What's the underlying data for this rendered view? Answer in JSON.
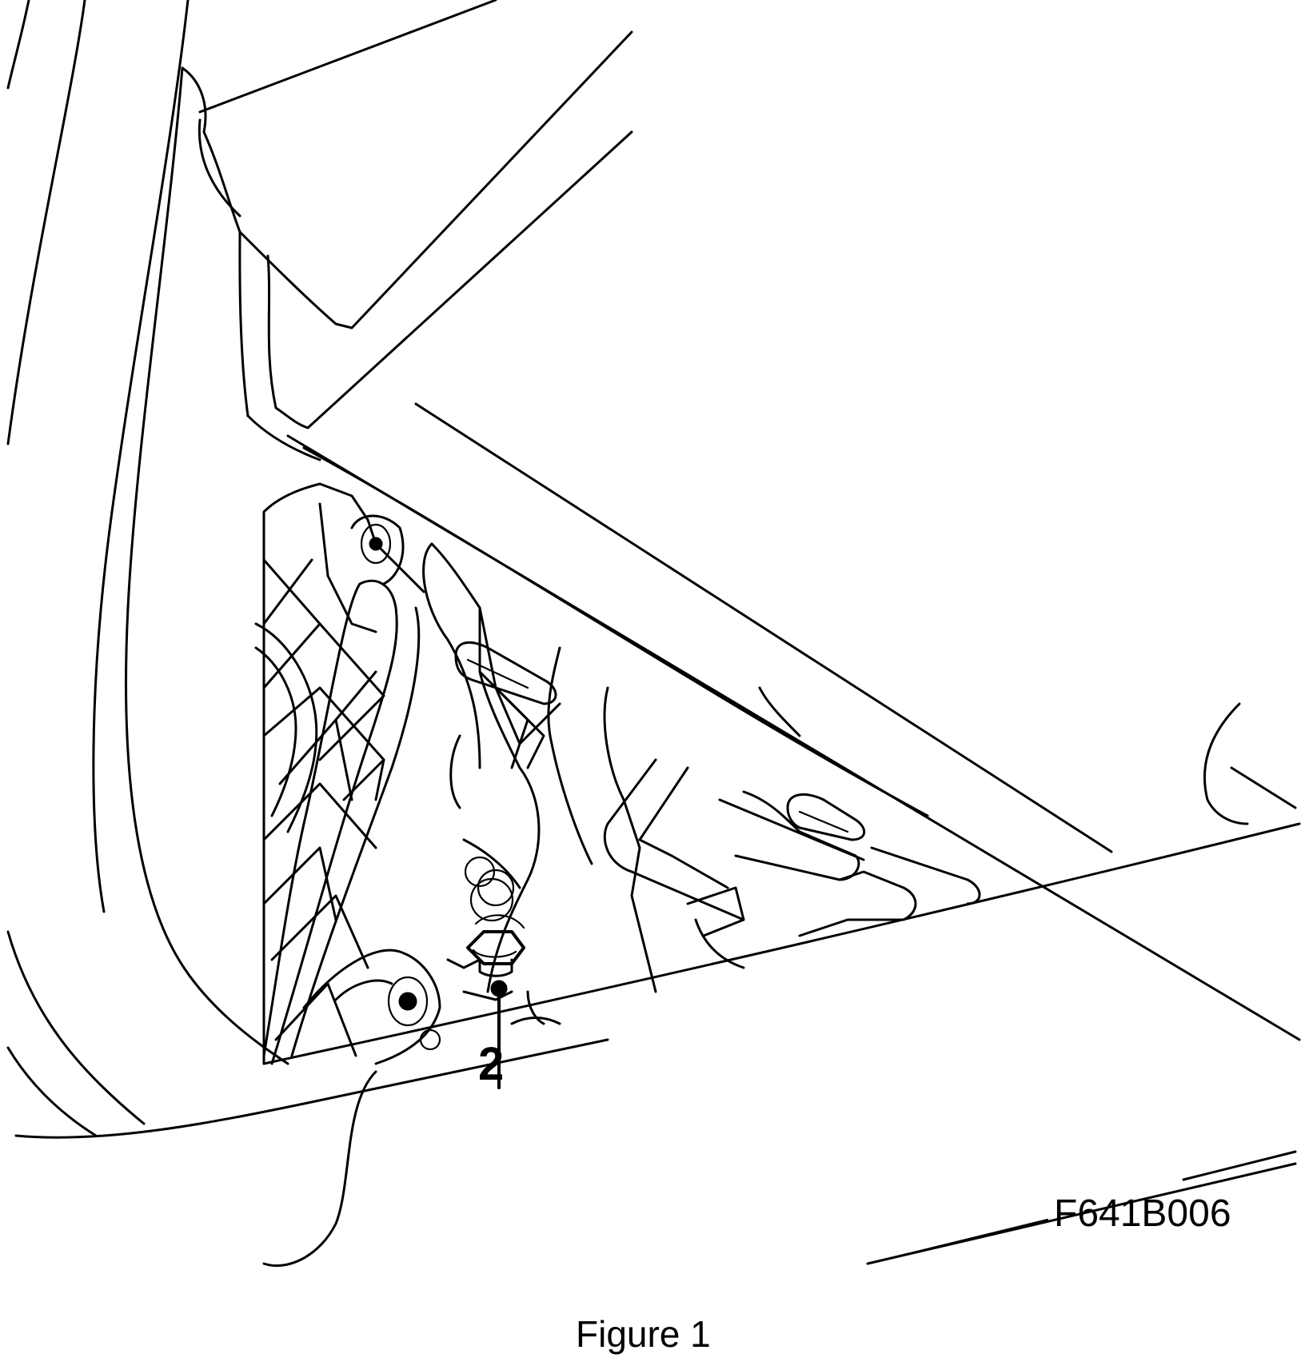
{
  "figure": {
    "callout_label": "2",
    "figure_code": "F641B006",
    "caption": "Figure 1"
  },
  "colors": {
    "ink": "#000000",
    "paper": "#ffffff"
  }
}
